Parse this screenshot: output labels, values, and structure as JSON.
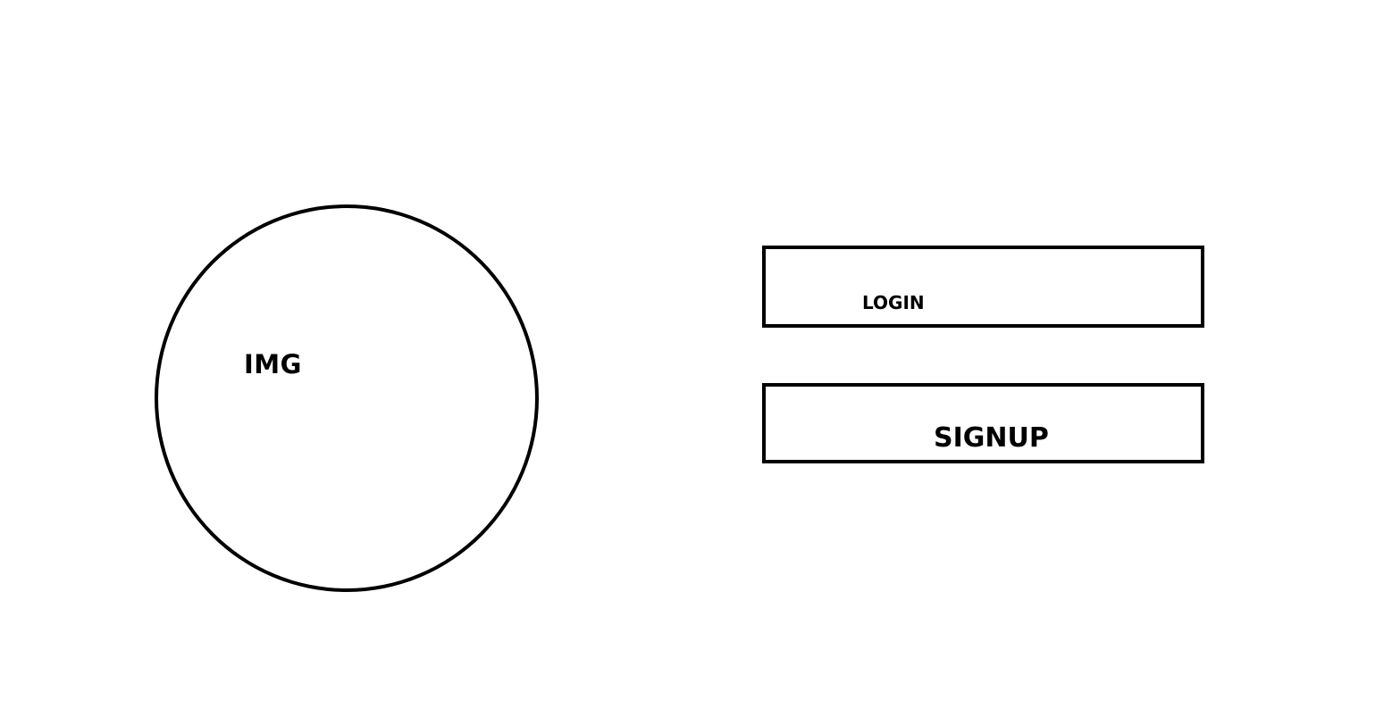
{
  "image_placeholder": {
    "label": "IMG"
  },
  "buttons": {
    "login_label": "LOGIN",
    "signup_label": "SIGNUP"
  },
  "colors": {
    "stroke": "#000000",
    "background": "#ffffff"
  }
}
